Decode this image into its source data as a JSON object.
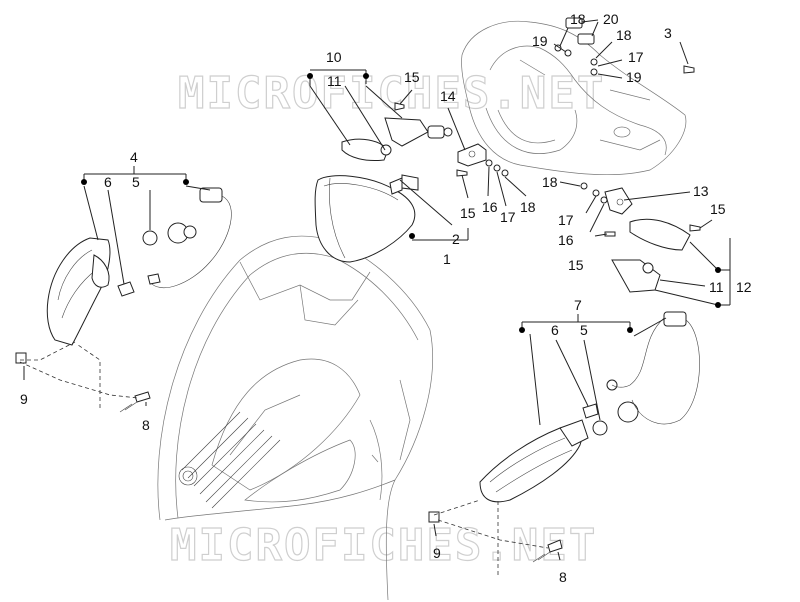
{
  "watermark": "MICROFICHES.NET",
  "labels": {
    "l1": "1",
    "l2": "2",
    "l3": "3",
    "l4": "4",
    "l5a": "5",
    "l5b": "5",
    "l6a": "6",
    "l6b": "6",
    "l7": "7",
    "l8a": "8",
    "l8b": "8",
    "l9a": "9",
    "l9b": "9",
    "l10": "10",
    "l11a": "11",
    "l11b": "11",
    "l12": "12",
    "l13": "13",
    "l14": "14",
    "l15a": "15",
    "l15b": "15",
    "l15c": "15",
    "l15d": "15",
    "l16a": "16",
    "l16b": "16",
    "l17a": "17",
    "l17b": "17",
    "l17c": "17",
    "l18a": "18",
    "l18b": "18",
    "l18c": "18",
    "l18d": "18",
    "l19a": "19",
    "l19b": "19",
    "l20": "20"
  }
}
